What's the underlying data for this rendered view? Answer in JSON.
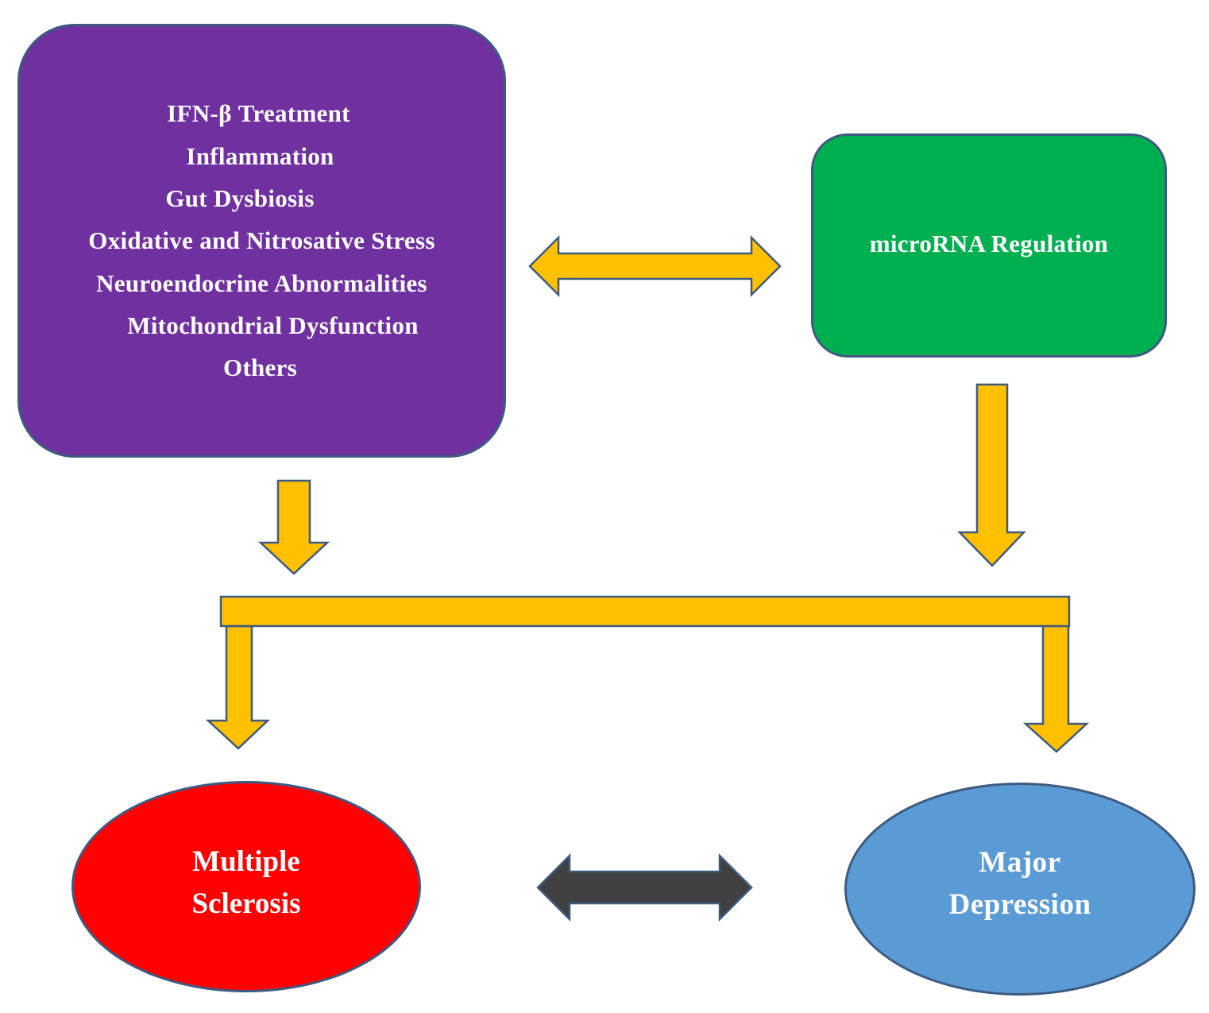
{
  "factors_box": {
    "items": [
      "IFN-β Treatment",
      "Inflammation",
      "Gut Dysbiosis",
      "Oxidative and Nitrosative Stress",
      "Neuroendocrine Abnormalities",
      "Mitochondrial Dysfunction",
      "Others"
    ],
    "color": "#7030a0"
  },
  "mirna_box": {
    "label": "microRNA Regulation",
    "color": "#00b050"
  },
  "ms_node": {
    "line1": "Multiple",
    "line2": "Sclerosis",
    "color": "#ff0000"
  },
  "md_node": {
    "line1": "Major",
    "line2": "Depression",
    "color": "#5b9bd5"
  },
  "arrow_colors": {
    "yellow": "#ffc000",
    "dark": "#404040",
    "outline": "#3e5a80"
  }
}
